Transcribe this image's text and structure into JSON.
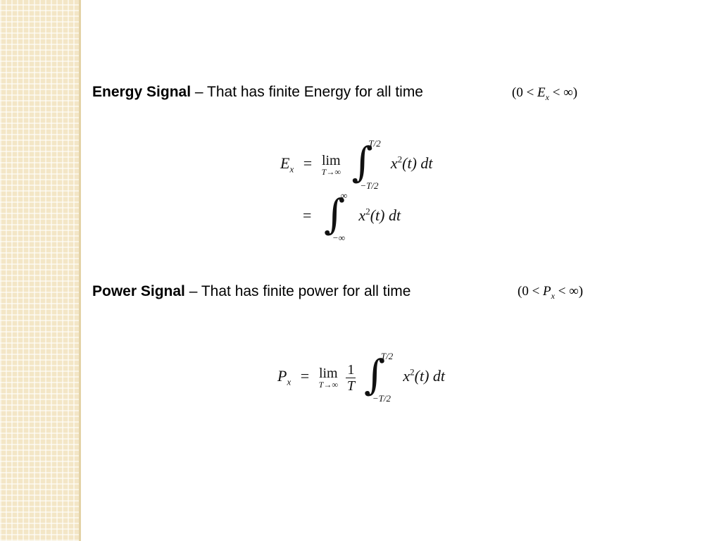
{
  "energy": {
    "term": "Energy Signal",
    "desc": " – That has finite Energy for all time",
    "condition": {
      "open": "(0 < ",
      "var": "E",
      "sub": "x",
      "close": " < ∞)"
    },
    "eq1": {
      "lhs": "E",
      "lhs_sub": "x",
      "eq": "=",
      "lim": "lim",
      "lim_sub": "T→∞",
      "upper": "T/2",
      "lower": "−T/2",
      "integrand": "x",
      "sup": "2",
      "rest": "(t) dt"
    },
    "eq2": {
      "eq": "=",
      "upper": "∞",
      "lower": "−∞",
      "integrand": "x",
      "sup": "2",
      "rest": "(t) dt"
    }
  },
  "power": {
    "term": "Power Signal",
    "desc": " – That has finite power for all time",
    "condition": {
      "open": "(0 < ",
      "var": "P",
      "sub": "x",
      "close": " < ∞)"
    },
    "eq": {
      "lhs": "P",
      "lhs_sub": "x",
      "eq": "=",
      "lim": "lim",
      "lim_sub": "T→∞",
      "num": "1",
      "den": "T",
      "upper": "T/2",
      "lower": "−T/2",
      "integrand": "x",
      "sup": "2",
      "rest": "(t) dt"
    }
  }
}
